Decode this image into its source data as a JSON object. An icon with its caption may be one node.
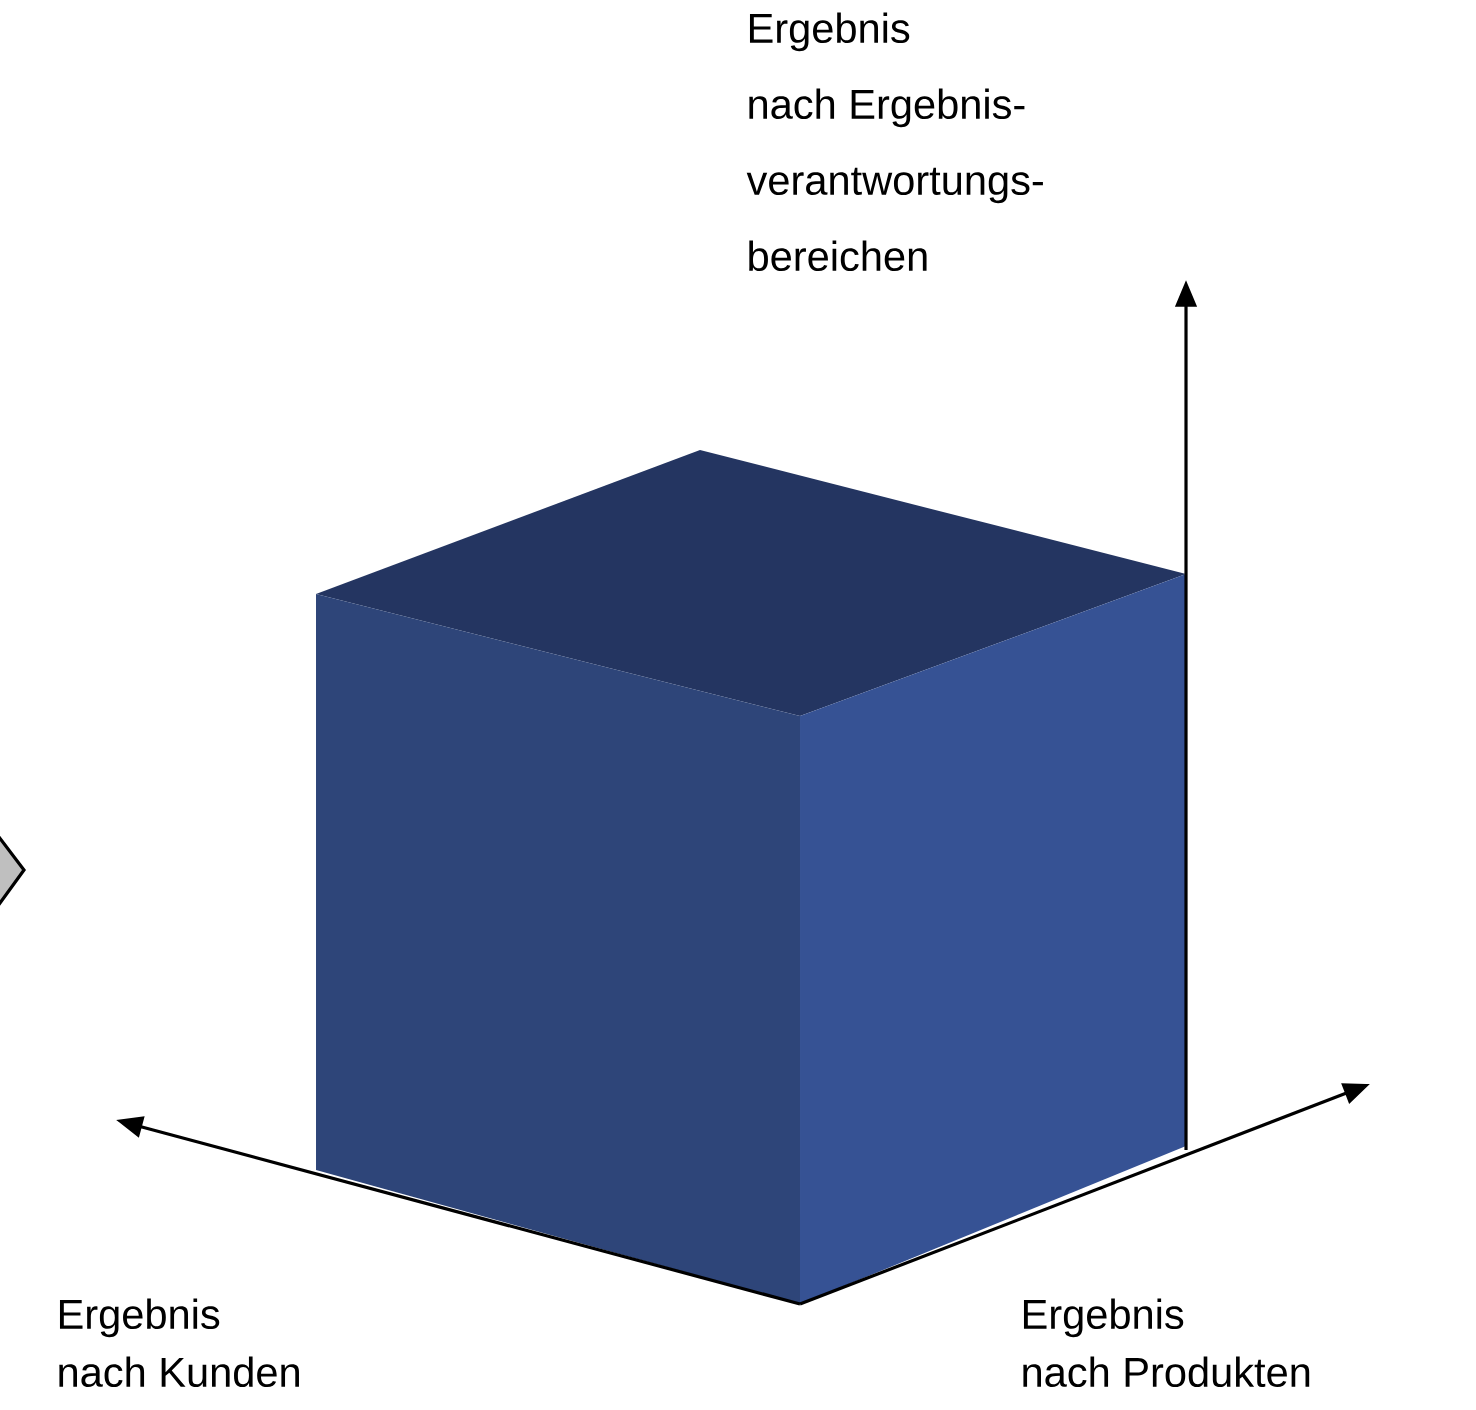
{
  "diagram": {
    "labels": [
      "Ergebnis nach Ergebnis- verantwortungs- bereichen",
      "Ergebnis nach Kunden",
      "Ergebnis nach Produkten"
    ]
  }
}
